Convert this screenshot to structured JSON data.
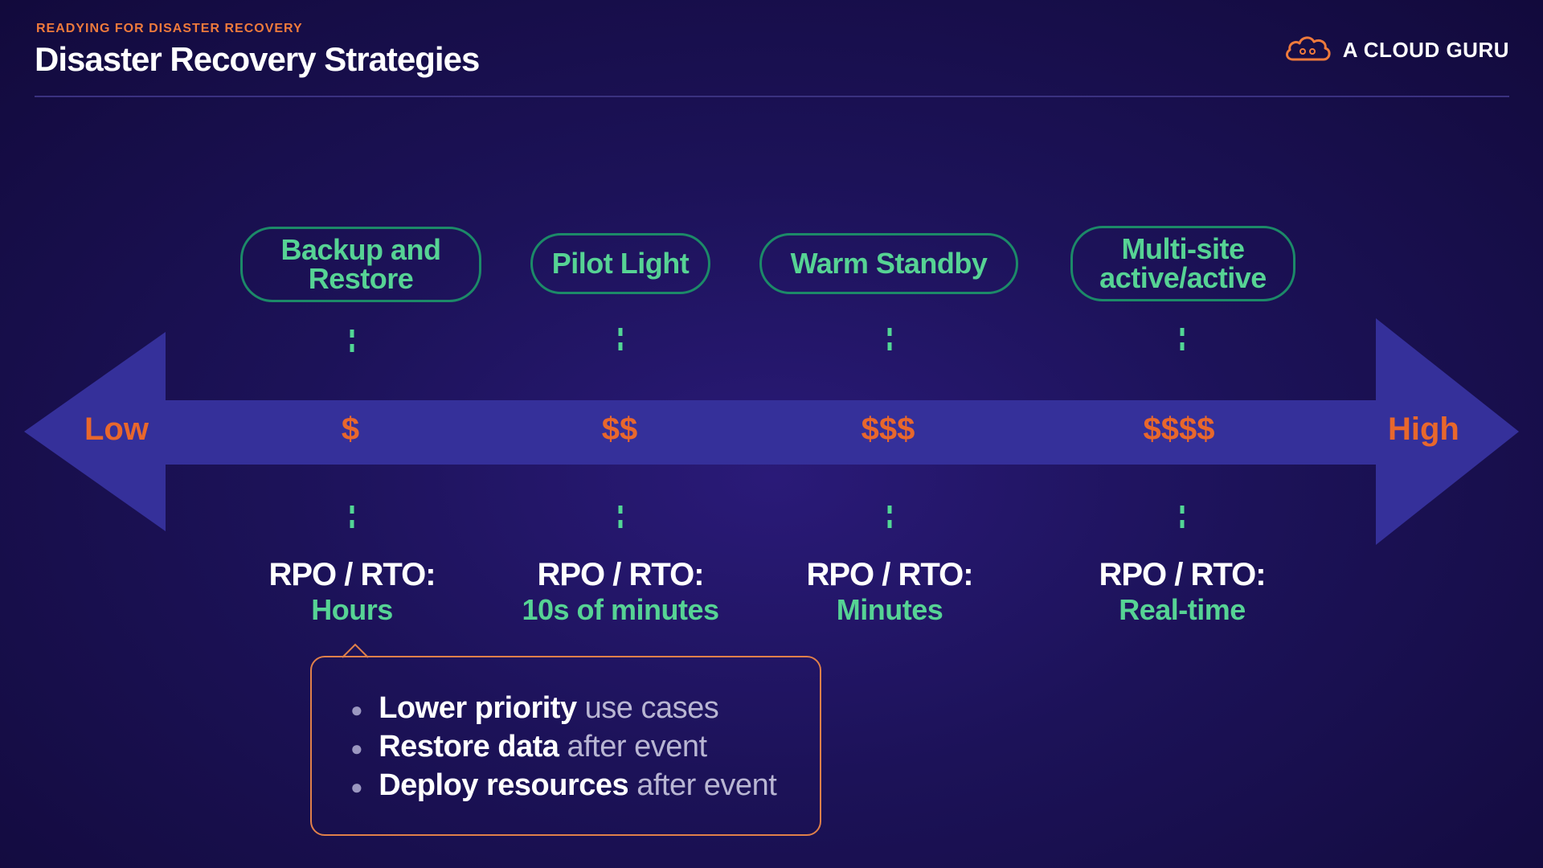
{
  "header": {
    "eyebrow": "READYING FOR DISASTER RECOVERY",
    "title": "Disaster Recovery Strategies",
    "brand": "A CLOUD GURU"
  },
  "colors": {
    "accent_orange": "#e8672c",
    "accent_green": "#56d394",
    "arrow_fill": "#35309a",
    "pill_border": "#1c8a68"
  },
  "axis": {
    "low_label": "Low",
    "high_label": "High"
  },
  "strategies": [
    {
      "name_line1": "Backup and",
      "name_line2": "Restore",
      "cost": "$",
      "rpo_label": "RPO / RTO:",
      "rpo_value": "Hours"
    },
    {
      "name_line1": "Pilot Light",
      "name_line2": "",
      "cost": "$$",
      "rpo_label": "RPO / RTO:",
      "rpo_value": "10s of minutes"
    },
    {
      "name_line1": "Warm Standby",
      "name_line2": "",
      "cost": "$$$",
      "rpo_label": "RPO / RTO:",
      "rpo_value": "Minutes"
    },
    {
      "name_line1": "Multi-site",
      "name_line2": "active/active",
      "cost": "$$$$",
      "rpo_label": "RPO / RTO:",
      "rpo_value": "Real-time"
    }
  ],
  "callout": {
    "items": [
      {
        "strong": "Lower priority",
        "rest": "use cases"
      },
      {
        "strong": "Restore data",
        "rest": "after event"
      },
      {
        "strong": "Deploy resources",
        "rest": "after event"
      }
    ]
  }
}
